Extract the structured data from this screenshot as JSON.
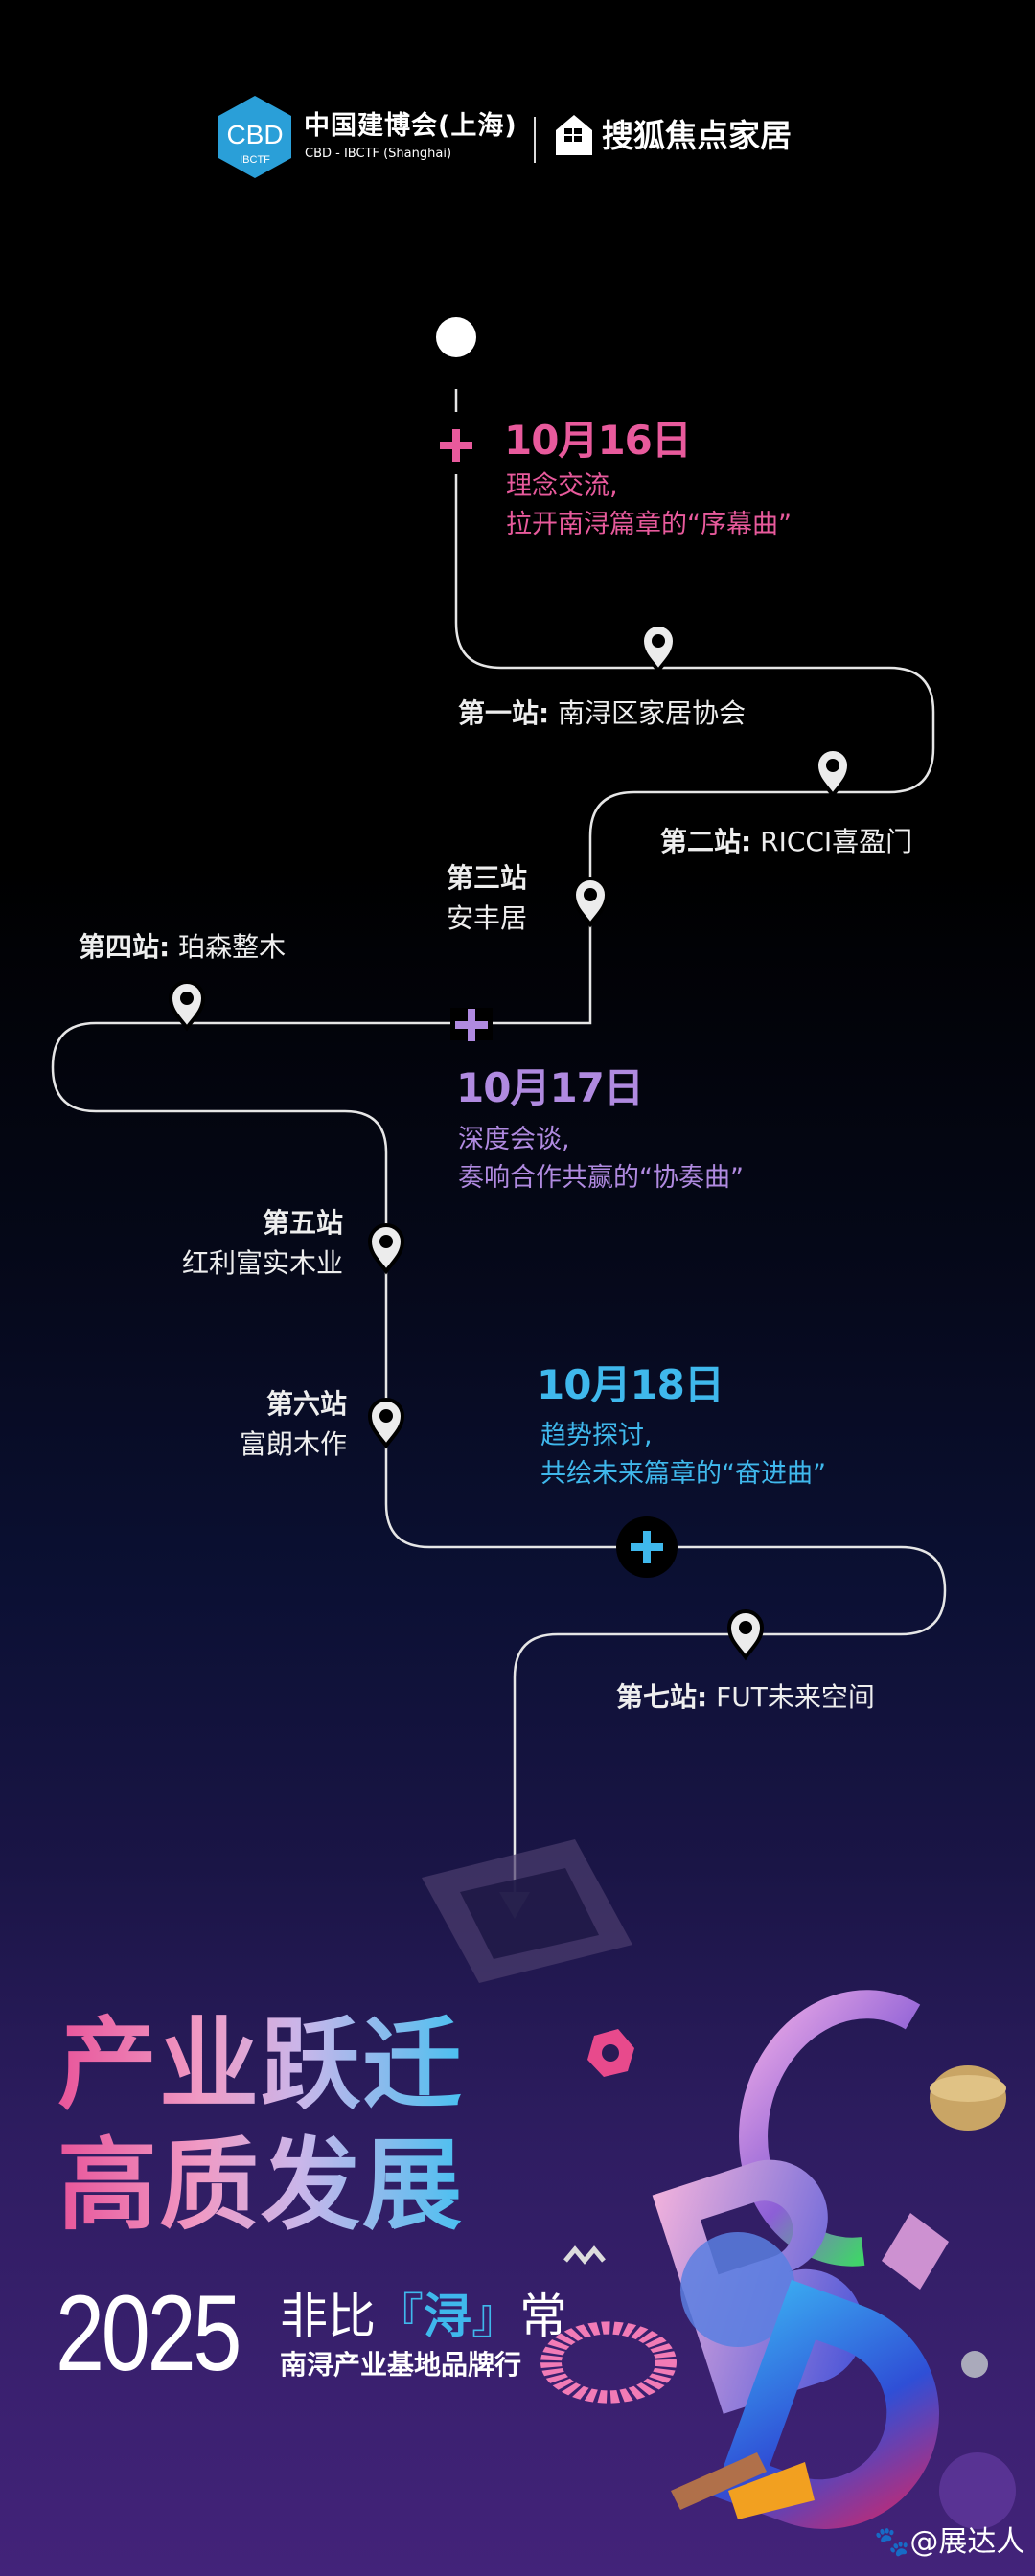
{
  "header": {
    "cbd_logo_text": "CBD",
    "cbd_logo_sub": "IBCTF",
    "org_name_cn": "中国建博会(上海)",
    "org_name_en": "CBD - IBCTF (Shanghai)",
    "partner_name": "搜狐焦点家居"
  },
  "colors": {
    "day1": "#e85a9c",
    "day2": "#b08ae0",
    "day3": "#3fb8ec",
    "route": "#e6e6e6"
  },
  "days": [
    {
      "date": "10月16日",
      "line1": "理念交流,",
      "line2": "拉开南浔篇章的“序幕曲”"
    },
    {
      "date": "10月17日",
      "line1": "深度会谈,",
      "line2": "奏响合作共赢的“协奏曲”"
    },
    {
      "date": "10月18日",
      "line1": "趋势探讨,",
      "line2": "共绘未来篇章的“奋进曲”"
    }
  ],
  "stations": [
    {
      "label": "第一站:",
      "name": "南浔区家居协会"
    },
    {
      "label": "第二站:",
      "name": "RICCI喜盈门"
    },
    {
      "label": "第三站",
      "name": "安丰居"
    },
    {
      "label": "第四站:",
      "name": "珀森整木"
    },
    {
      "label": "第五站",
      "name": "红利富实木业"
    },
    {
      "label": "第六站",
      "name": "富朗木作"
    },
    {
      "label": "第七站:",
      "name": "FUT未来空间"
    }
  ],
  "hero": {
    "headline1": "产业跃迁",
    "headline2": "高质发展",
    "year": "2025",
    "slogan_a": "非比",
    "bracket_open": "『",
    "slogan_hl": "浔",
    "bracket_close": "』",
    "slogan_b": "常",
    "subtitle": "南浔产业基地品牌行"
  },
  "watermark": "@展达人"
}
